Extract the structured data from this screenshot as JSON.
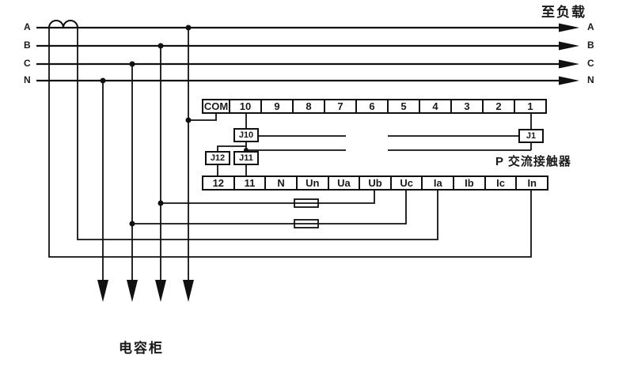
{
  "labels": {
    "to_load": "至负载",
    "ac_contactor": "P 交流接触器",
    "capacitor_cabinet": "电容柜"
  },
  "phases": {
    "left": {
      "a": "A",
      "b": "B",
      "c": "C",
      "n": "N"
    },
    "right": {
      "a": "A",
      "b": "B",
      "c": "C",
      "n": "N"
    }
  },
  "terminal_row_top": {
    "cells": [
      "COM",
      "10",
      "9",
      "8",
      "7",
      "6",
      "5",
      "4",
      "3",
      "2",
      "1"
    ]
  },
  "terminal_row_bottom": {
    "cells": [
      "12",
      "11",
      "N",
      "Un",
      "Ua",
      "Ub",
      "Uc",
      "Ia",
      "Ib",
      "Ic",
      "In"
    ]
  },
  "relays": {
    "j10": "J10",
    "j11": "J11",
    "j12": "J12",
    "j1": "J1"
  },
  "colors": {
    "ink": "#111111",
    "background": "#ffffff"
  }
}
